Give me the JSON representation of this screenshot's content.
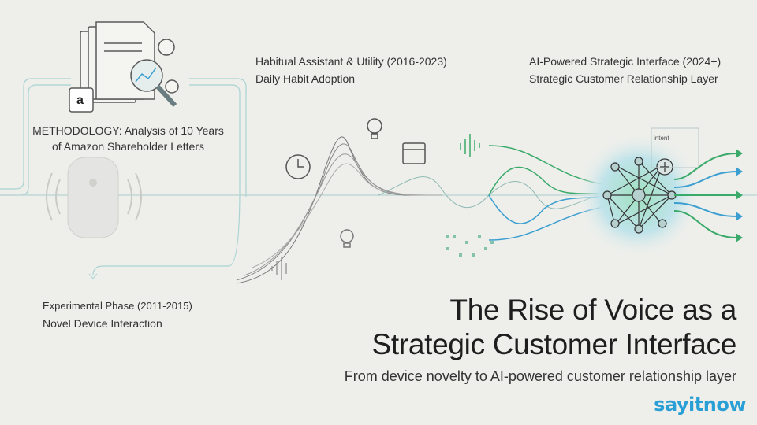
{
  "methodology": {
    "line1": "METHODOLOGY: Analysis of 10 Years",
    "line2": "of Amazon Shareholder Letters"
  },
  "phases": [
    {
      "title": "Experimental Phase (2011-2015)",
      "subtitle": "Novel Device Interaction"
    },
    {
      "title": "Habitual Assistant & Utility (2016-2023)",
      "subtitle": "Daily Habit Adoption"
    },
    {
      "title": "AI-Powered Strategic Interface (2024+)",
      "subtitle": "Strategic Customer Relationship Layer"
    }
  ],
  "network": {
    "tag": "intent"
  },
  "title": {
    "line1": "The Rise of Voice as a",
    "line2": "Strategic Customer Interface",
    "subtitle": "From device novelty to AI-powered customer relationship layer"
  },
  "logo": {
    "text": "sayitnow",
    "color": "#2a9fd6"
  },
  "colors": {
    "green": "#3aaa6a",
    "blue": "#3a9fd0",
    "line": "#9cc9cb"
  }
}
